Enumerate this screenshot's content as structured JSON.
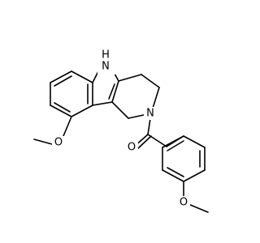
{
  "molecule": {
    "atoms": {
      "nh": {
        "label": "N",
        "h_label": "H"
      },
      "n_amide": {
        "label": "N"
      },
      "o_carbonyl": {
        "label": "O"
      },
      "o_methoxy_left": {
        "label": "O"
      },
      "o_methoxy_right": {
        "label": "O"
      }
    },
    "colors": {
      "bond": "#000000",
      "background": "#ffffff",
      "text": "#000000"
    }
  }
}
